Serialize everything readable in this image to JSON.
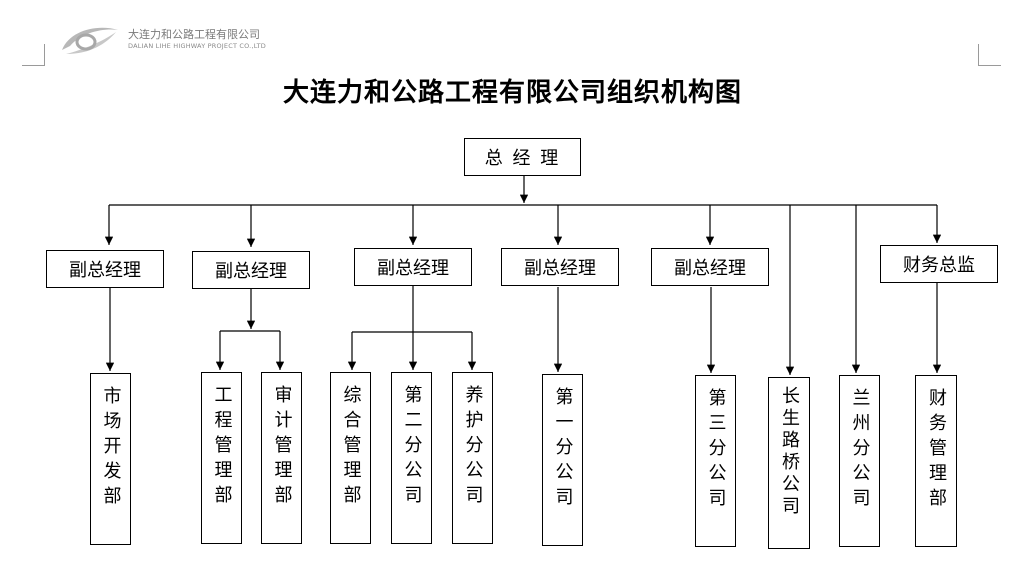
{
  "header": {
    "company_cn": "大连力和公路工程有限公司",
    "company_en": "DALIAN LIHE HIGHWAY PROJECT CO.,LTD"
  },
  "title": "大连力和公路工程有限公司组织机构图",
  "colors": {
    "line": "#000000",
    "box_border": "#000000",
    "logo": "#b0b0b0"
  },
  "top": {
    "label": "总 经 理"
  },
  "level2": [
    {
      "id": "vp1",
      "label": "副总经理"
    },
    {
      "id": "vp2",
      "label": "副总经理"
    },
    {
      "id": "vp3",
      "label": "副总经理"
    },
    {
      "id": "vp4",
      "label": "副总经理"
    },
    {
      "id": "vp5",
      "label": "副总经理"
    },
    {
      "id": "cfo",
      "label": "财务总监"
    }
  ],
  "level3": [
    {
      "id": "d1",
      "label": "市场开发部",
      "parent": "vp1"
    },
    {
      "id": "d2",
      "label": "工程管理部",
      "parent": "vp2"
    },
    {
      "id": "d3",
      "label": "审计管理部",
      "parent": "vp2"
    },
    {
      "id": "d4",
      "label": "综合管理部",
      "parent": "vp3"
    },
    {
      "id": "d5",
      "label": "第二分公司",
      "parent": "vp3"
    },
    {
      "id": "d6",
      "label": "养护分公司",
      "parent": "vp3"
    },
    {
      "id": "d7",
      "label": "第一分公司",
      "parent": "vp4"
    },
    {
      "id": "d8",
      "label": "第三分公司",
      "parent": "vp5"
    },
    {
      "id": "d9",
      "label": "长生路桥公司",
      "parent": "top"
    },
    {
      "id": "d10",
      "label": "兰州分公司",
      "parent": "top"
    },
    {
      "id": "d11",
      "label": "财务管理部",
      "parent": "cfo"
    }
  ]
}
